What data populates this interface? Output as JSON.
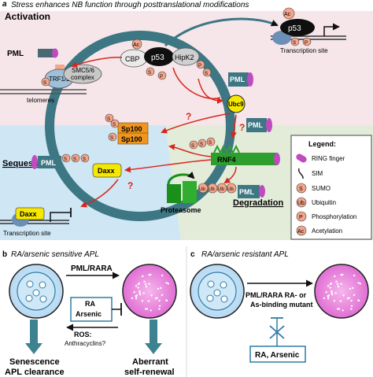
{
  "panel_a": {
    "letter": "a",
    "title": "Stress enhances NB function through  posttranslational modifications",
    "activation": "Activation",
    "sequestration": "Sequestration",
    "degradation": "Degradation",
    "transcription_site": "Transcription site",
    "transcription_site_2": "Transcription site",
    "telomeres": "telomeres",
    "proteasome": "Proteasome"
  },
  "labels": {
    "pml": "PML",
    "p53": "p53",
    "ac": "Ac",
    "s": "S",
    "p": "P",
    "ub": "Ub",
    "cbp": "CBP",
    "hipk2": "HipK2",
    "trf": "TRF1/2",
    "smc": "SMC5/6",
    "complex": "complex",
    "ubc9": "Ubc9",
    "sp100": "Sp100",
    "daxx": "Daxx",
    "rnf4": "RNF4",
    "q": "?"
  },
  "legend": {
    "title": "Legend:",
    "items": [
      "RING finger",
      "SIM",
      "SUMO",
      "Ubiquitin",
      "Phosphorylation",
      "Acetylation"
    ]
  },
  "panel_b": {
    "letter": "b",
    "title": "RA/arsenic sensitive APL",
    "fusion": "PML/RARA",
    "ra": "RA",
    "arsenic": "Arsenic",
    "ros": "ROS:",
    "anthracyclins": "Anthracyclins?",
    "outcome_left_1": "Senescence",
    "outcome_left_2": "APL clearance",
    "outcome_right_1": "Aberrant",
    "outcome_right_2": "self-renewal"
  },
  "panel_c": {
    "letter": "c",
    "title": "RA/arsenic resistant APL",
    "mutant_1": "PML/RARA RA- or",
    "mutant_2": "As-binding mutant",
    "drugs": "RA, Arsenic"
  },
  "colors": {
    "pml_magenta": "#c04abf",
    "sumo_salmon": "#f4a58a",
    "ubc9_yellow": "#f6e800",
    "sp100_orange": "#f0961e",
    "rnf4_green": "#2e9e2e",
    "arrow_red": "#d9261c",
    "nucleus_teal": "#3d7783"
  }
}
